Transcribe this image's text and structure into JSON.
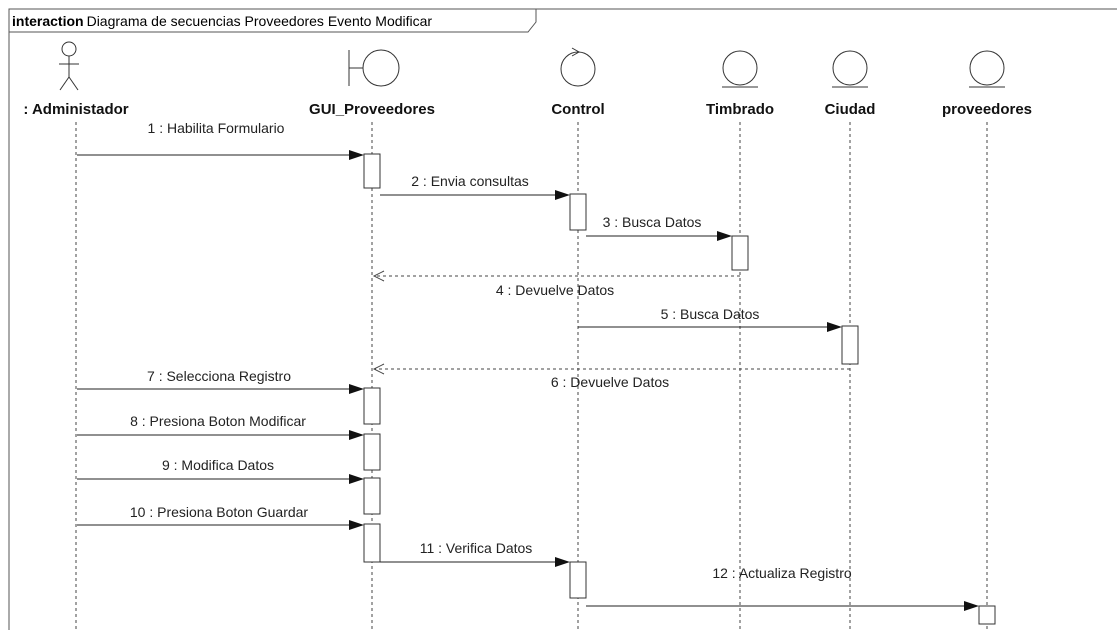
{
  "frame": {
    "keyword": "interaction",
    "title": "Diagrama de secuencias  Proveedores Evento Modificar"
  },
  "lifelines": [
    {
      "id": "admin",
      "name": ": Administador",
      "icon": "actor-icon"
    },
    {
      "id": "gui",
      "name": "GUI_Proveedores",
      "icon": "boundary-icon"
    },
    {
      "id": "control",
      "name": "Control",
      "icon": "control-icon"
    },
    {
      "id": "timbrado",
      "name": "Timbrado",
      "icon": "entity-icon"
    },
    {
      "id": "ciudad",
      "name": "Ciudad",
      "icon": "entity-icon"
    },
    {
      "id": "proveedores",
      "name": "proveedores",
      "icon": "entity-icon"
    }
  ],
  "messages": [
    {
      "n": 1,
      "label": "1 : Habilita Formulario",
      "from": "admin",
      "to": "gui",
      "kind": "sync"
    },
    {
      "n": 2,
      "label": "2 : Envia consultas",
      "from": "gui",
      "to": "control",
      "kind": "sync"
    },
    {
      "n": 3,
      "label": "3 : Busca Datos",
      "from": "control",
      "to": "timbrado",
      "kind": "sync"
    },
    {
      "n": 4,
      "label": "4 : Devuelve Datos",
      "from": "timbrado",
      "to": "gui",
      "kind": "return"
    },
    {
      "n": 5,
      "label": "5 : Busca Datos",
      "from": "control",
      "to": "ciudad",
      "kind": "sync"
    },
    {
      "n": 6,
      "label": "6 : Devuelve Datos",
      "from": "ciudad",
      "to": "gui",
      "kind": "return"
    },
    {
      "n": 7,
      "label": "7 : Selecciona Registro",
      "from": "admin",
      "to": "gui",
      "kind": "sync"
    },
    {
      "n": 8,
      "label": "8 : Presiona Boton Modificar",
      "from": "admin",
      "to": "gui",
      "kind": "sync"
    },
    {
      "n": 9,
      "label": "9 : Modifica Datos",
      "from": "admin",
      "to": "gui",
      "kind": "sync"
    },
    {
      "n": 10,
      "label": "10 : Presiona Boton Guardar",
      "from": "admin",
      "to": "gui",
      "kind": "sync"
    },
    {
      "n": 11,
      "label": "11 : Verifica Datos",
      "from": "gui",
      "to": "control",
      "kind": "sync"
    },
    {
      "n": 12,
      "label": "12 : Actualiza Registro",
      "from": "control",
      "to": "proveedores",
      "kind": "sync"
    }
  ]
}
